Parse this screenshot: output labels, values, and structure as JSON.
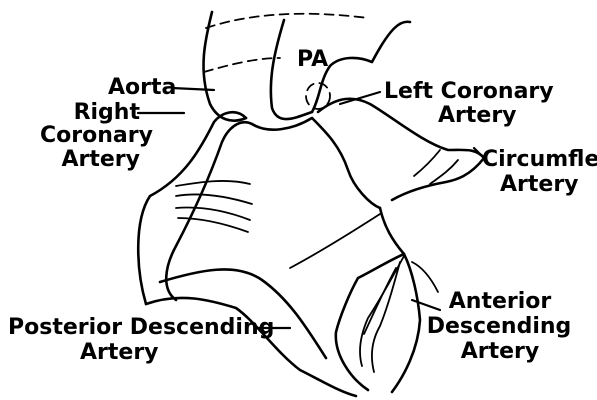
{
  "labels": {
    "pa": "PA",
    "aorta": "Aorta",
    "right_coronary": {
      "line1": "Right",
      "line2": "Coronary",
      "line3": "Artery"
    },
    "left_coronary": {
      "line1": "Left Coronary",
      "line2": "Artery"
    },
    "circumflex": {
      "line1": "Circumflex",
      "line2": "Artery"
    },
    "anterior_descending": {
      "line1": "Anterior",
      "line2": "Descending",
      "line3": "Artery"
    },
    "posterior_descending": {
      "line1": "Posterior Descending",
      "line2": "Artery"
    }
  }
}
